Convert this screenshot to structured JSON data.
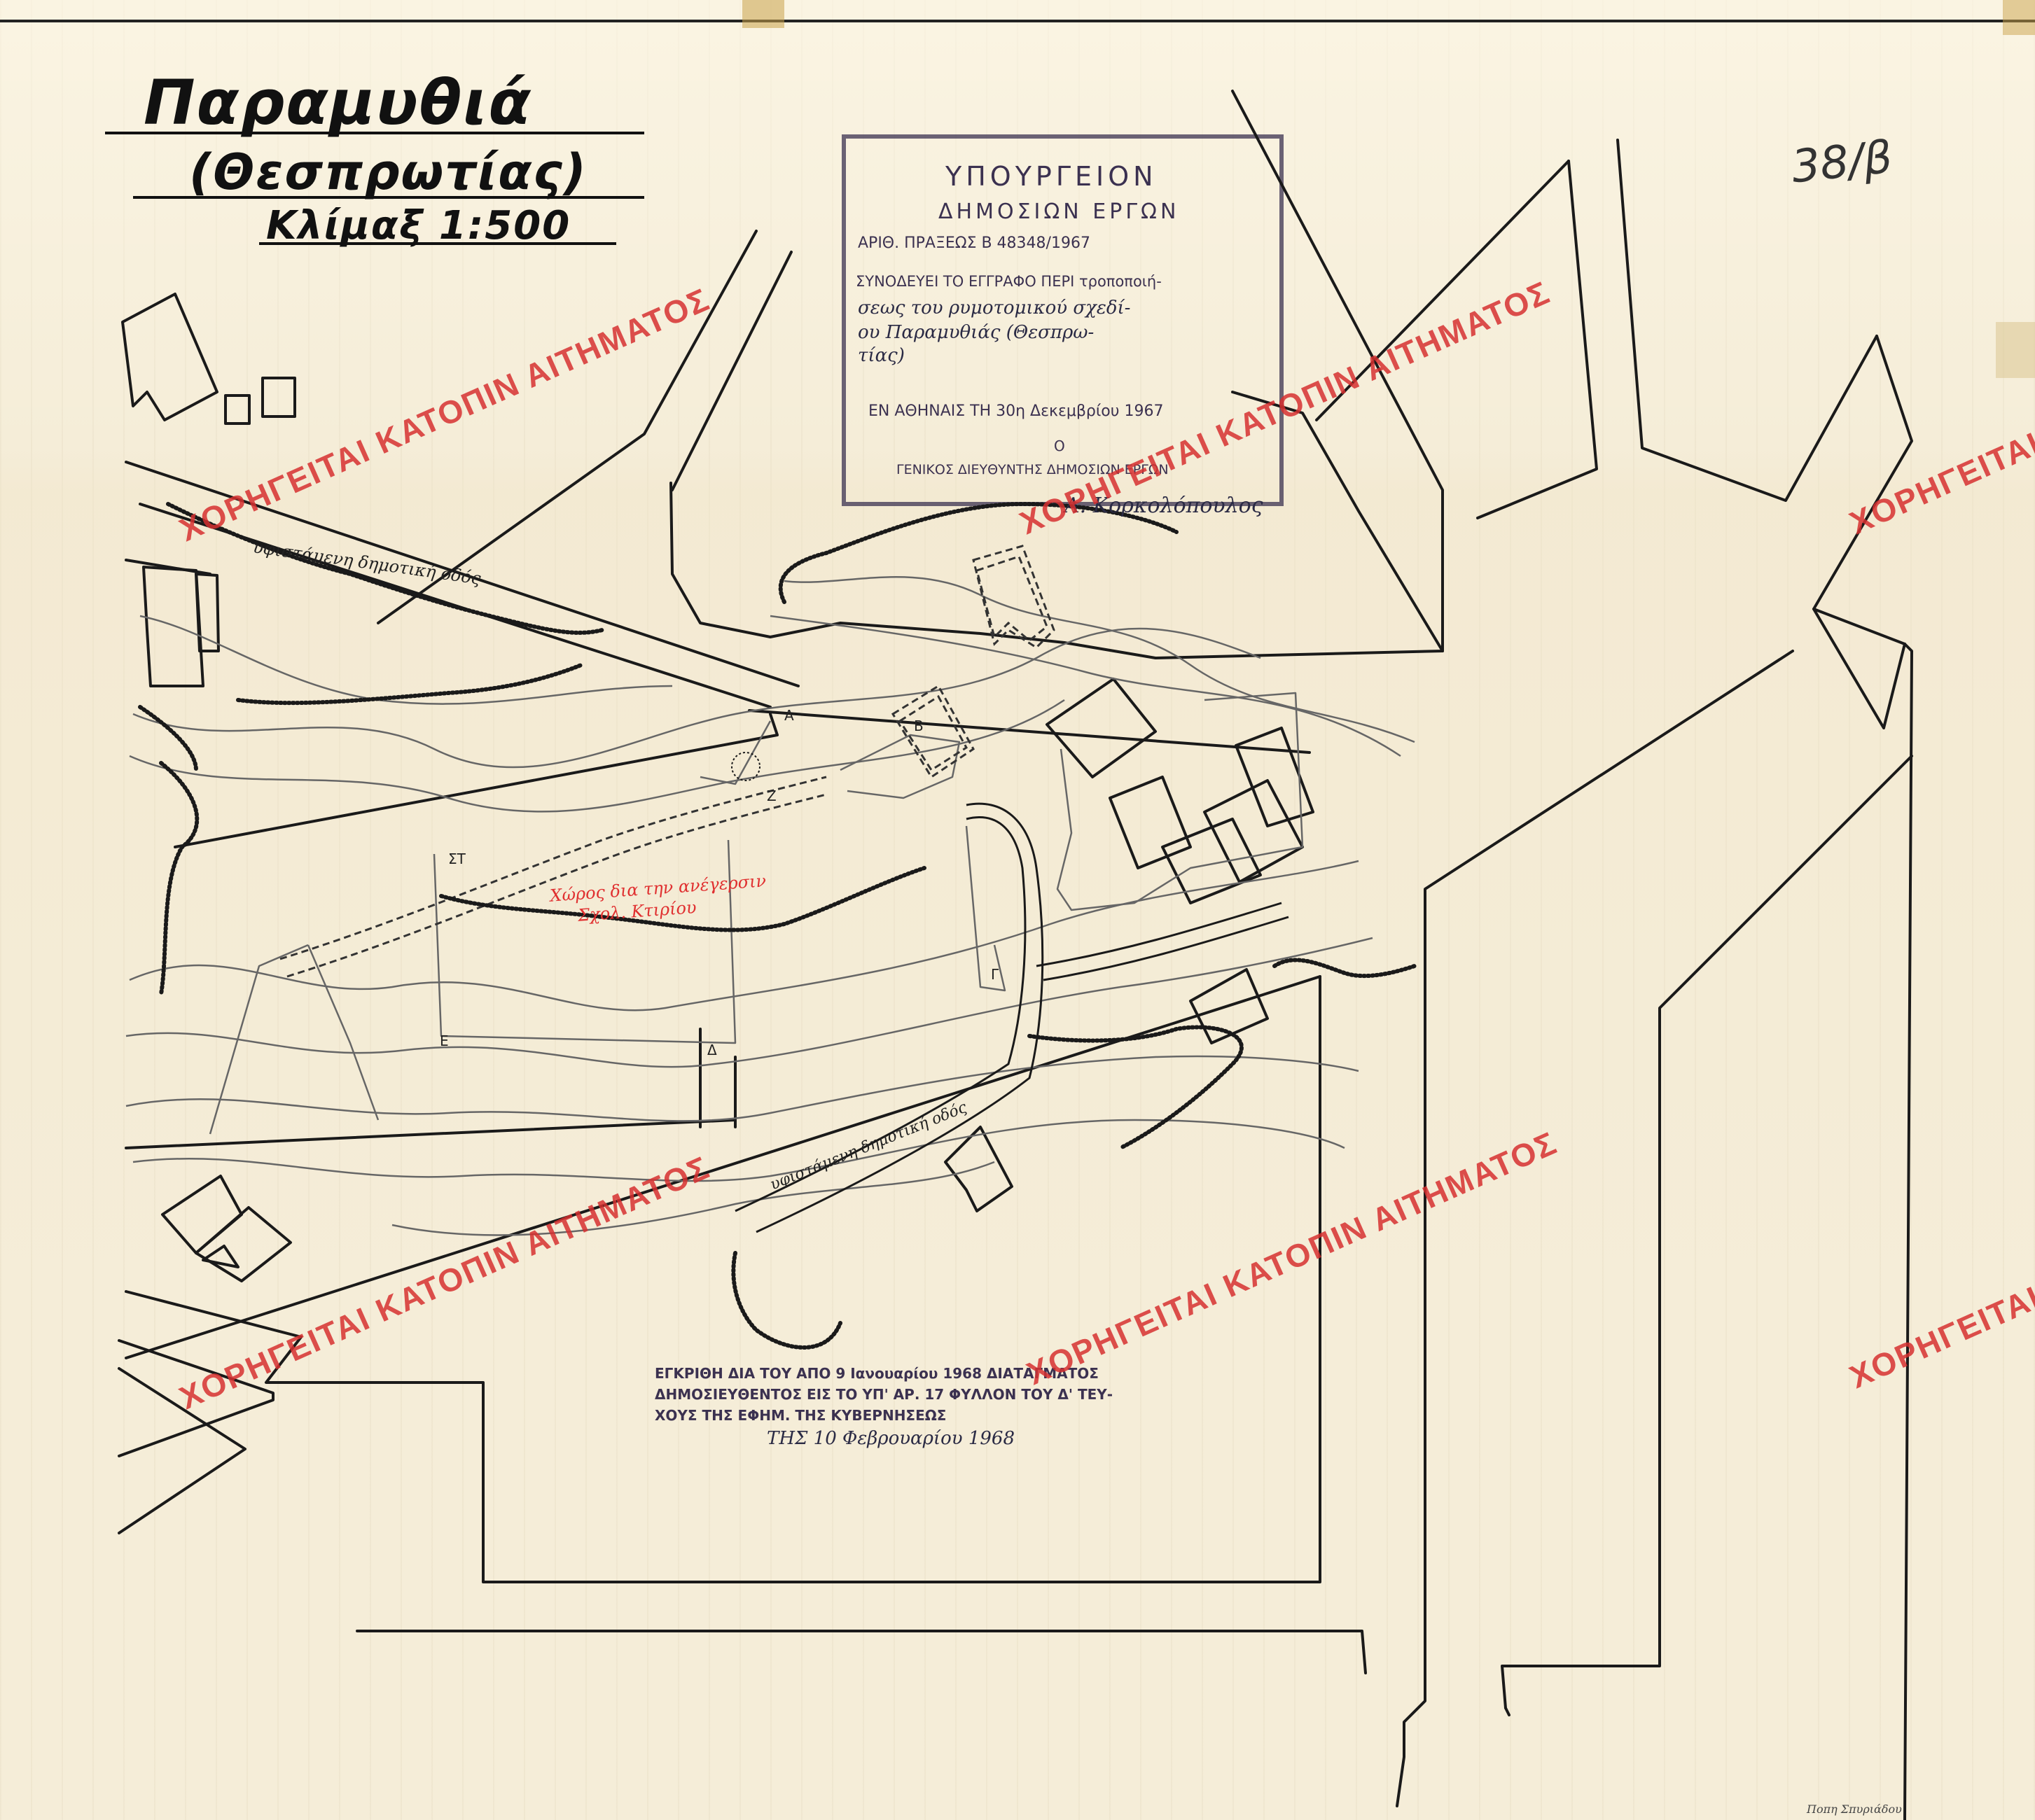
{
  "title": {
    "line1": "Παραμυθιά",
    "line2": "(Θεσπρωτίας)",
    "line3": "Κλίμαξ 1:500"
  },
  "reference_number": "38/β",
  "ministry_stamp": {
    "header": "ΥΠΟΥΡΓΕΙΟΝ",
    "department": "ΔΗΜΟΣΙΩΝ ΕΡΓΩΝ",
    "act_number": "ΑΡΙΘ. ΠΡΑΞΕΩΣ Β 48348/1967",
    "accompany_line1": "ΣΥΝΟΔΕΥΕΙ ΤΟ ΕΓΓΡΑΦΟ ΠΕΡΙ τροποποιή-",
    "accompany_line2": "σεως του ρυμοτομικού σχεδί-",
    "accompany_line3": "ου Παραμυθιάς (Θεσπρω-",
    "accompany_line4": "τίας)",
    "place_date": "ΕΝ ΑΘΗΝΑΙΣ ΤΗ 30η Δεκεμβρίου 1967",
    "signer_article": "Ο",
    "signer_title": "ΓΕΝΙΚΟΣ ΔΙΕΥΘΥΝΤΗΣ ΔΗΜΟΣΙΩΝ ΕΡΓΩΝ",
    "signature": "Α. Κορκολόπουλος",
    "color": "#3b3150"
  },
  "approval_stamp": {
    "line1": "ΕΓΚΡΙΘΗ ΔΙΑ ΤΟΥ ΑΠΟ 9 Ιανουαρίου 1968 ΔΙΑΤΑΓΜΑΤΟΣ",
    "line2": "ΔΗΜΟΣΙΕΥΘΕΝΤΟΣ ΕΙΣ ΤΟ ΥΠ' ΑΡ. 17 ΦΥΛΛΟΝ ΤΟΥ Δ' ΤΕΥ-",
    "line3": "ΧΟΥΣ ΤΗΣ ΕΦΗΜ. ΤΗΣ ΚΥΒΕΡΝΗΣΕΩΣ",
    "line4": "ΤΗΣ 10 Φεβρουαρίου 1968"
  },
  "watermark": {
    "text": "ΧΟΡΗΓΕΙΤΑΙ ΚΑΤΟΠΙΝ ΑΙΤΗΜΑΤΟΣ",
    "color": "#d63030"
  },
  "map_labels": {
    "road_upper": "υφιστάμενη δημοτική οδός",
    "road_lower": "υφιστάμενη δημοτική οδός",
    "school_area_line1": "Χώρος δια την ανέγερσιν",
    "school_area_line2": "Σχολ. Κτιρίου"
  },
  "points": {
    "A": "Α",
    "B": "Β",
    "G": "Γ",
    "D": "Δ",
    "E": "Ε",
    "Z": "Ζ",
    "ST": "ΣΤ"
  },
  "footer_credit": "Ποπη Σπυριάδου",
  "line_color": "#1a1a1a",
  "paper_color": "#f5edd8"
}
